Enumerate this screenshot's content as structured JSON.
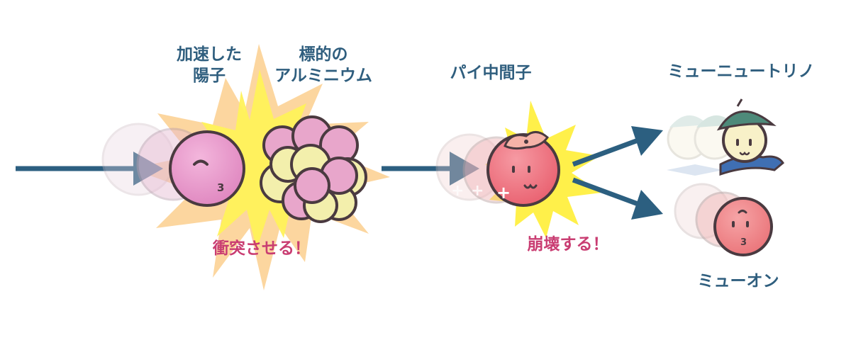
{
  "labels": {
    "proton": [
      "加速した",
      "陽子"
    ],
    "target": [
      "標的の",
      "アルミニウム"
    ],
    "collide": "衝突させる！",
    "pion": "パイ中間子",
    "decay": "崩壊する！",
    "neutrino": "ミューニュートリノ",
    "muon": "ミューオン"
  },
  "colors": {
    "arrow": "#2c5f80",
    "proton": "#e58fc4",
    "nucleus_pink": "#e8a6cb",
    "nucleus_yellow": "#f3efac",
    "pion": "#ee6e7c",
    "muon": "#ef8487",
    "neutrino_face": "#f8f1c8",
    "neutrino_hat": "#4e8a7a",
    "flash_yellow": "#fff24d",
    "flash_orange": "#fbc784",
    "outline": "#4a3a40",
    "label_blue": "#2f5e7e",
    "label_pink": "#c93d72"
  }
}
